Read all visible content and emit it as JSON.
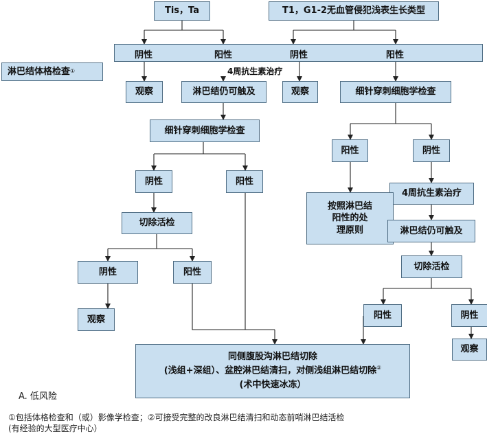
{
  "nodes": {
    "tis_ta": "Tis，Ta",
    "t1_g12": "T1，G1-2无血管侵犯浅表生长类型",
    "band_neg1": "阴性",
    "band_pos1": "阳性",
    "band_neg2": "阴性",
    "band_pos2": "阳性",
    "antibiotic_top": "4周抗生素治疗",
    "lymph_exam": "淋巴结体格检查",
    "lymph_exam_note": "①",
    "observe_1": "观察",
    "lymph_palpable_1": "淋巴结仍可触及",
    "observe_2": "观察",
    "fna_right": "细针穿刺细胞学检查",
    "fna_left": "细针穿刺细胞学检查",
    "pos_right": "阳性",
    "neg_right": "阴性",
    "neg_left": "阴性",
    "pos_left": "阳性",
    "positive_principle_lines": [
      "按照淋巴结",
      "阳性的处",
      "理原则"
    ],
    "antibiotic_right": "4周抗生素治疗",
    "excision_left": "切除活检",
    "lymph_palpable_2": "淋巴结仍可触及",
    "neg_left2": "阴性",
    "pos_left2": "阳性",
    "excision_right": "切除活检",
    "observe_3": "观察",
    "pos_right3": "阳性",
    "neg_right3": "阴性",
    "observe_4": "观察",
    "final_line1": "同侧腹股沟淋巴结切除",
    "final_line2": "(浅组+深组）、盆腔淋巴结清扫，对侧浅组淋巴结切除",
    "final_line2_note": "②",
    "final_line3": "(术中快速冰冻）"
  },
  "caption": "A. 低风险",
  "footnotes": {
    "line1": "①包括体格检查和（或）影像学检查；②可接受完整的改良淋巴结清扫和动态前哨淋巴结活检",
    "line2": "(有经验的大型医疗中心）"
  },
  "colors": {
    "box_fill": "#c9dff0",
    "box_border": "#4d6b82",
    "line": "#222222"
  }
}
